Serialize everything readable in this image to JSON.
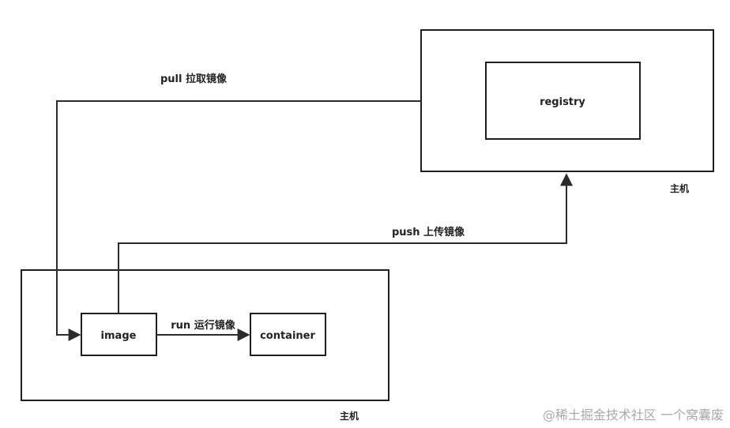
{
  "nodes": {
    "registry": "registry",
    "image": "image",
    "container": "container"
  },
  "hosts": {
    "remote": "主机",
    "local": "主机"
  },
  "edges": {
    "pull": "pull 拉取镜像",
    "push": "push 上传镜像",
    "run": "run 运行镜像"
  },
  "watermark": "@稀土掘金技术社区 一个窝囊废"
}
